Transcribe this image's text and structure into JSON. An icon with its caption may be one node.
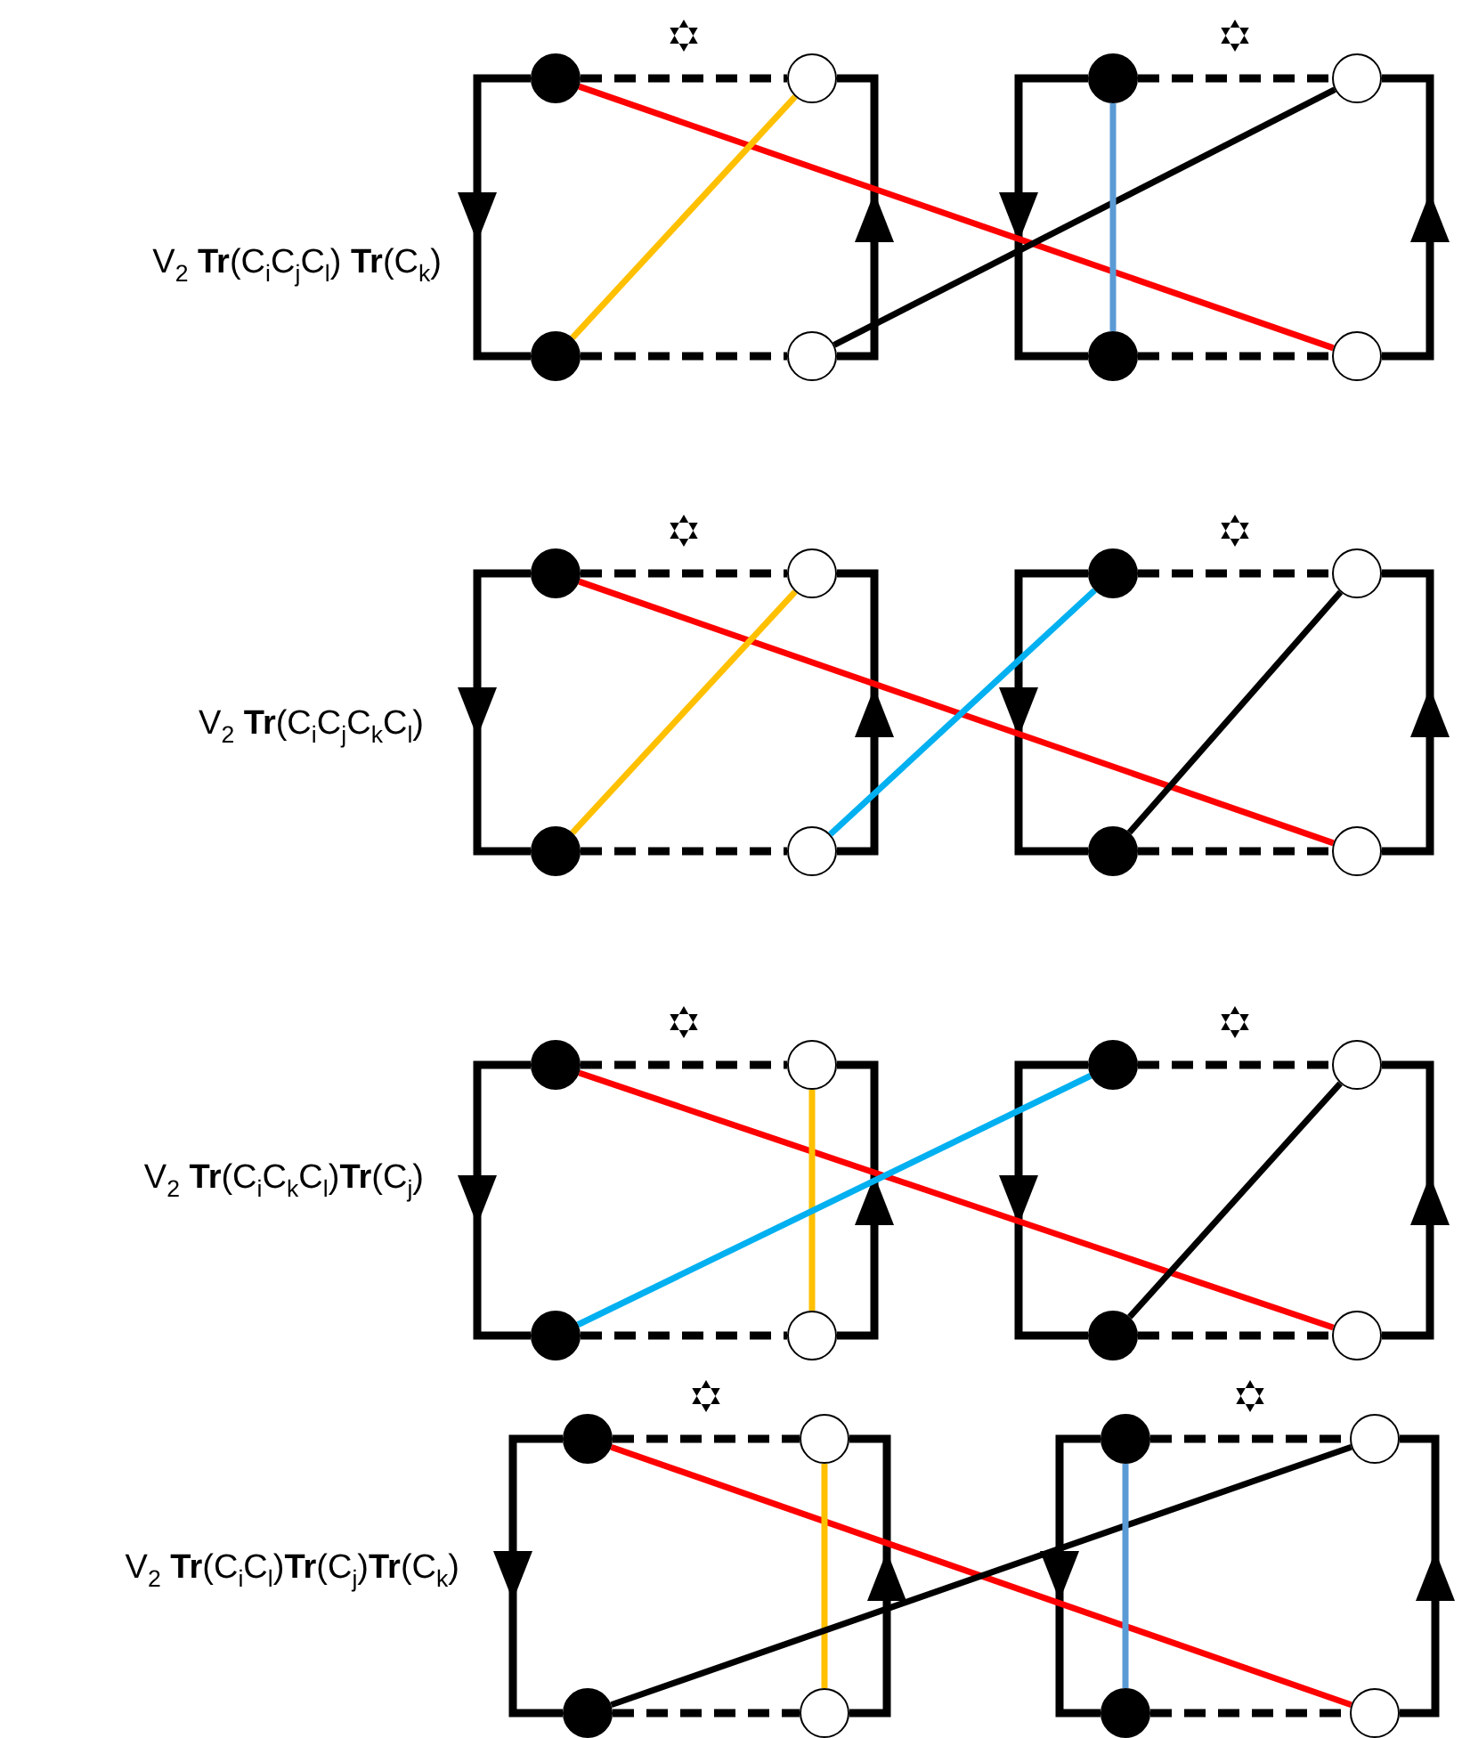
{
  "diagram": {
    "nodes": [
      {
        "text": [],
        "shape": "dot"
      },
      {
        "text": [],
        "shape": "circle"
      },
      {
        "text": [],
        "shape": "dot"
      },
      {
        "text": [],
        "shape": "circle"
      },
      {
        "text": [],
        "shape": "dot"
      },
      {
        "text": [],
        "shape": "circle"
      },
      {
        "text": [],
        "shape": "dot"
      },
      {
        "text": [],
        "shape": "circle"
      },
      {
        "text": [],
        "shape": "dot"
      },
      {
        "text": [],
        "shape": "circle"
      },
      {
        "text": [],
        "shape": "dot"
      },
      {
        "text": [],
        "shape": "circle"
      },
      {
        "text": [],
        "shape": "dot"
      },
      {
        "text": [],
        "shape": "circle"
      },
      {
        "text": [],
        "shape": "dot"
      },
      {
        "text": [],
        "shape": "circle"
      },
      {
        "text": [],
        "shape": "dot"
      },
      {
        "text": [],
        "shape": "circle"
      },
      {
        "text": [],
        "shape": "dot"
      },
      {
        "text": [],
        "shape": "circle"
      },
      {
        "text": [],
        "shape": "dot"
      },
      {
        "text": [],
        "shape": "circle"
      },
      {
        "text": [],
        "shape": "dot"
      },
      {
        "text": [],
        "shape": "circle"
      },
      {
        "text": [],
        "shape": "dot"
      },
      {
        "text": [],
        "shape": "circle"
      },
      {
        "text": [],
        "shape": "dot"
      },
      {
        "text": [],
        "shape": "circle"
      },
      {
        "text": [],
        "shape": "dot"
      },
      {
        "text": [],
        "shape": "circle"
      },
      {
        "text": [],
        "shape": "dot"
      },
      {
        "text": [],
        "shape": "circle"
      }
    ],
    "edges": [
      {
        "from": 0,
        "to": 1,
        "arrow": "none",
        "style": "dashed"
      },
      {
        "from": 2,
        "to": 3,
        "arrow": "none",
        "style": "dashed"
      },
      {
        "from": 4,
        "to": 5,
        "arrow": "none",
        "style": "dashed"
      },
      {
        "from": 6,
        "to": 7,
        "arrow": "none",
        "style": "dashed"
      },
      {
        "from": 0,
        "to": 4,
        "arrow": "to"
      },
      {
        "from": 5,
        "to": 1,
        "arrow": "to"
      },
      {
        "from": 2,
        "to": 6,
        "arrow": "to"
      },
      {
        "from": 7,
        "to": 3,
        "arrow": "to"
      },
      {
        "from": 0,
        "to": 7,
        "arrow": "none",
        "color": "#ff0000"
      },
      {
        "from": 4,
        "to": 1,
        "arrow": "none",
        "color": "#ffc000"
      },
      {
        "from": 5,
        "to": 3,
        "arrow": "none"
      },
      {
        "from": 2,
        "to": 6,
        "arrow": "none",
        "color": "#5b9bd5"
      },
      {
        "from": 8,
        "to": 9,
        "arrow": "none",
        "style": "dashed"
      },
      {
        "from": 10,
        "to": 11,
        "arrow": "none",
        "style": "dashed"
      },
      {
        "from": 12,
        "to": 13,
        "arrow": "none",
        "style": "dashed"
      },
      {
        "from": 14,
        "to": 15,
        "arrow": "none",
        "style": "dashed"
      },
      {
        "from": 8,
        "to": 12,
        "arrow": "to"
      },
      {
        "from": 13,
        "to": 9,
        "arrow": "to"
      },
      {
        "from": 10,
        "to": 14,
        "arrow": "to"
      },
      {
        "from": 15,
        "to": 11,
        "arrow": "to"
      },
      {
        "from": 8,
        "to": 15,
        "arrow": "none",
        "color": "#ff0000"
      },
      {
        "from": 12,
        "to": 9,
        "arrow": "none",
        "color": "#ffc000"
      },
      {
        "from": 13,
        "to": 10,
        "arrow": "none",
        "color": "#00b0f0"
      },
      {
        "from": 14,
        "to": 11,
        "arrow": "none"
      },
      {
        "from": 16,
        "to": 17,
        "arrow": "none",
        "style": "dashed"
      },
      {
        "from": 18,
        "to": 19,
        "arrow": "none",
        "style": "dashed"
      },
      {
        "from": 20,
        "to": 21,
        "arrow": "none",
        "style": "dashed"
      },
      {
        "from": 22,
        "to": 23,
        "arrow": "none",
        "style": "dashed"
      },
      {
        "from": 16,
        "to": 20,
        "arrow": "to"
      },
      {
        "from": 21,
        "to": 17,
        "arrow": "to"
      },
      {
        "from": 18,
        "to": 22,
        "arrow": "to"
      },
      {
        "from": 23,
        "to": 19,
        "arrow": "to"
      },
      {
        "from": 16,
        "to": 23,
        "arrow": "none",
        "color": "#ff0000"
      },
      {
        "from": 17,
        "to": 21,
        "arrow": "none",
        "color": "#ffc000"
      },
      {
        "from": 20,
        "to": 18,
        "arrow": "none",
        "color": "#00b0f0"
      },
      {
        "from": 22,
        "to": 19,
        "arrow": "none"
      },
      {
        "from": 24,
        "to": 25,
        "arrow": "none",
        "style": "dashed"
      },
      {
        "from": 26,
        "to": 27,
        "arrow": "none",
        "style": "dashed"
      },
      {
        "from": 28,
        "to": 29,
        "arrow": "none",
        "style": "dashed"
      },
      {
        "from": 30,
        "to": 31,
        "arrow": "none",
        "style": "dashed"
      },
      {
        "from": 24,
        "to": 28,
        "arrow": "to"
      },
      {
        "from": 29,
        "to": 25,
        "arrow": "to"
      },
      {
        "from": 26,
        "to": 30,
        "arrow": "to"
      },
      {
        "from": 31,
        "to": 27,
        "arrow": "to"
      },
      {
        "from": 24,
        "to": 31,
        "arrow": "none",
        "color": "#ff0000"
      },
      {
        "from": 25,
        "to": 29,
        "arrow": "none",
        "color": "#ffc000"
      },
      {
        "from": 28,
        "to": 27,
        "arrow": "none"
      },
      {
        "from": 26,
        "to": 30,
        "arrow": "none",
        "color": "#5b9bd5"
      }
    ],
    "labels": [
      "V$_{2}$ **Tr**(C$_{i}$C$_{j}$C$_{l}$) **Tr**(C$_{k}$)",
      "V$_{2}$ **Tr**(C$_{i}$C$_{j}$C$_{k}$C$_{l}$)",
      "V$_{2}$ **Tr**(C$_{i}$C$_{k}$C$_{l}$)**Tr**(C$_{j}$)",
      "V$_{2}$ **Tr**(C$_{i}$C$_{l}$)**Tr**(C$_{j}$)**Tr**(C$_{k}$)"
    ]
  }
}
